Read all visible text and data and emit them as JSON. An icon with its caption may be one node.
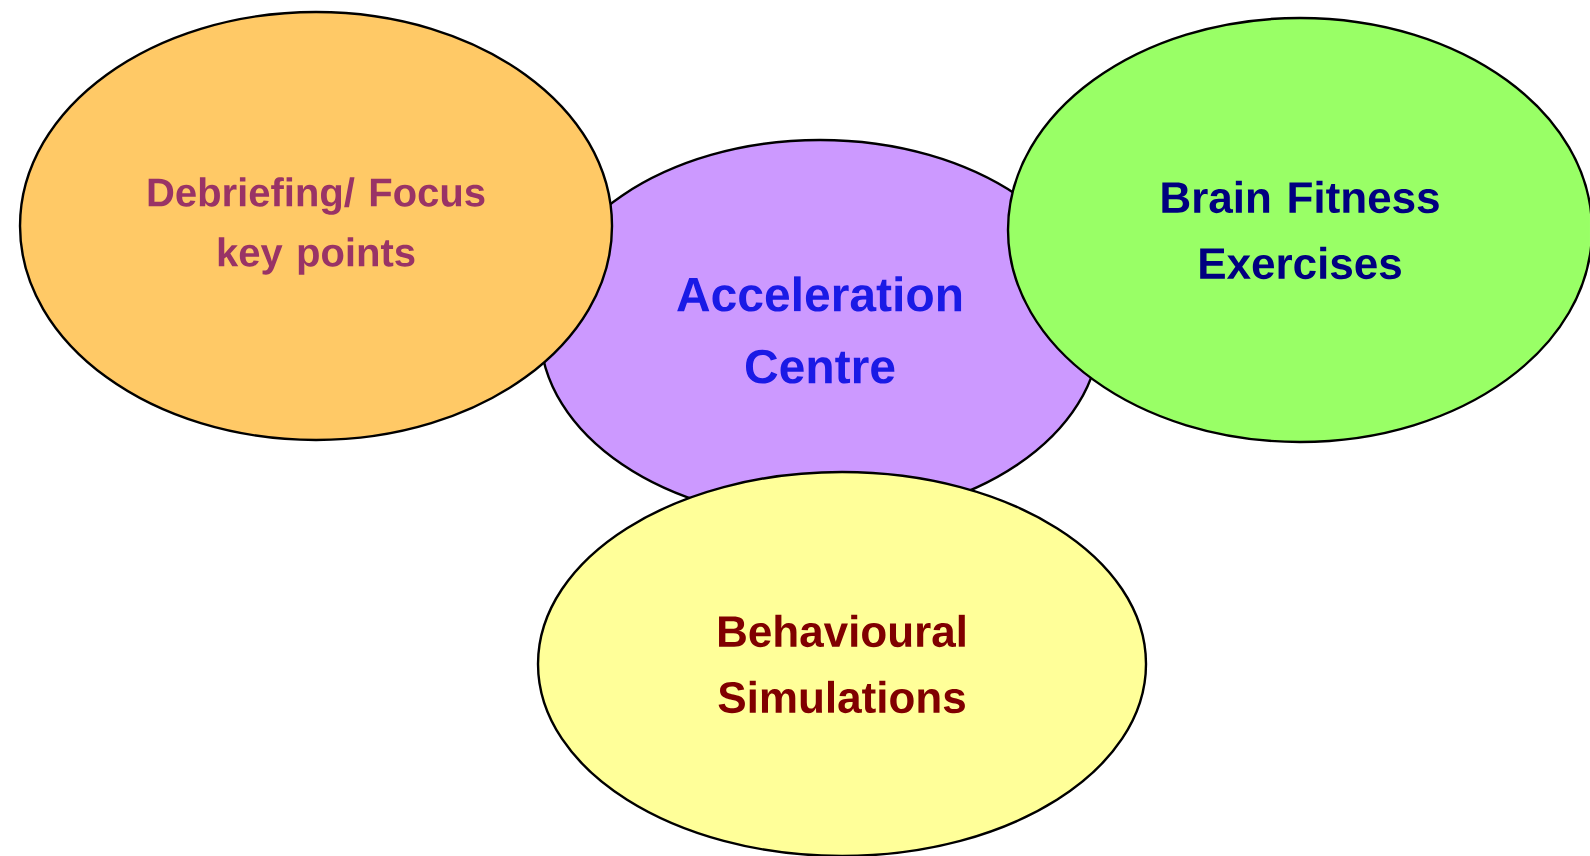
{
  "diagram": {
    "nodes": [
      {
        "text": [
          "Debriefing/ Focus key points"
        ]
      },
      {
        "text": [
          "Acceleration Centre"
        ]
      },
      {
        "text": [
          "Brain Fitness Exercises"
        ]
      },
      {
        "text": [
          "Behavioural Simulations"
        ]
      }
    ]
  }
}
